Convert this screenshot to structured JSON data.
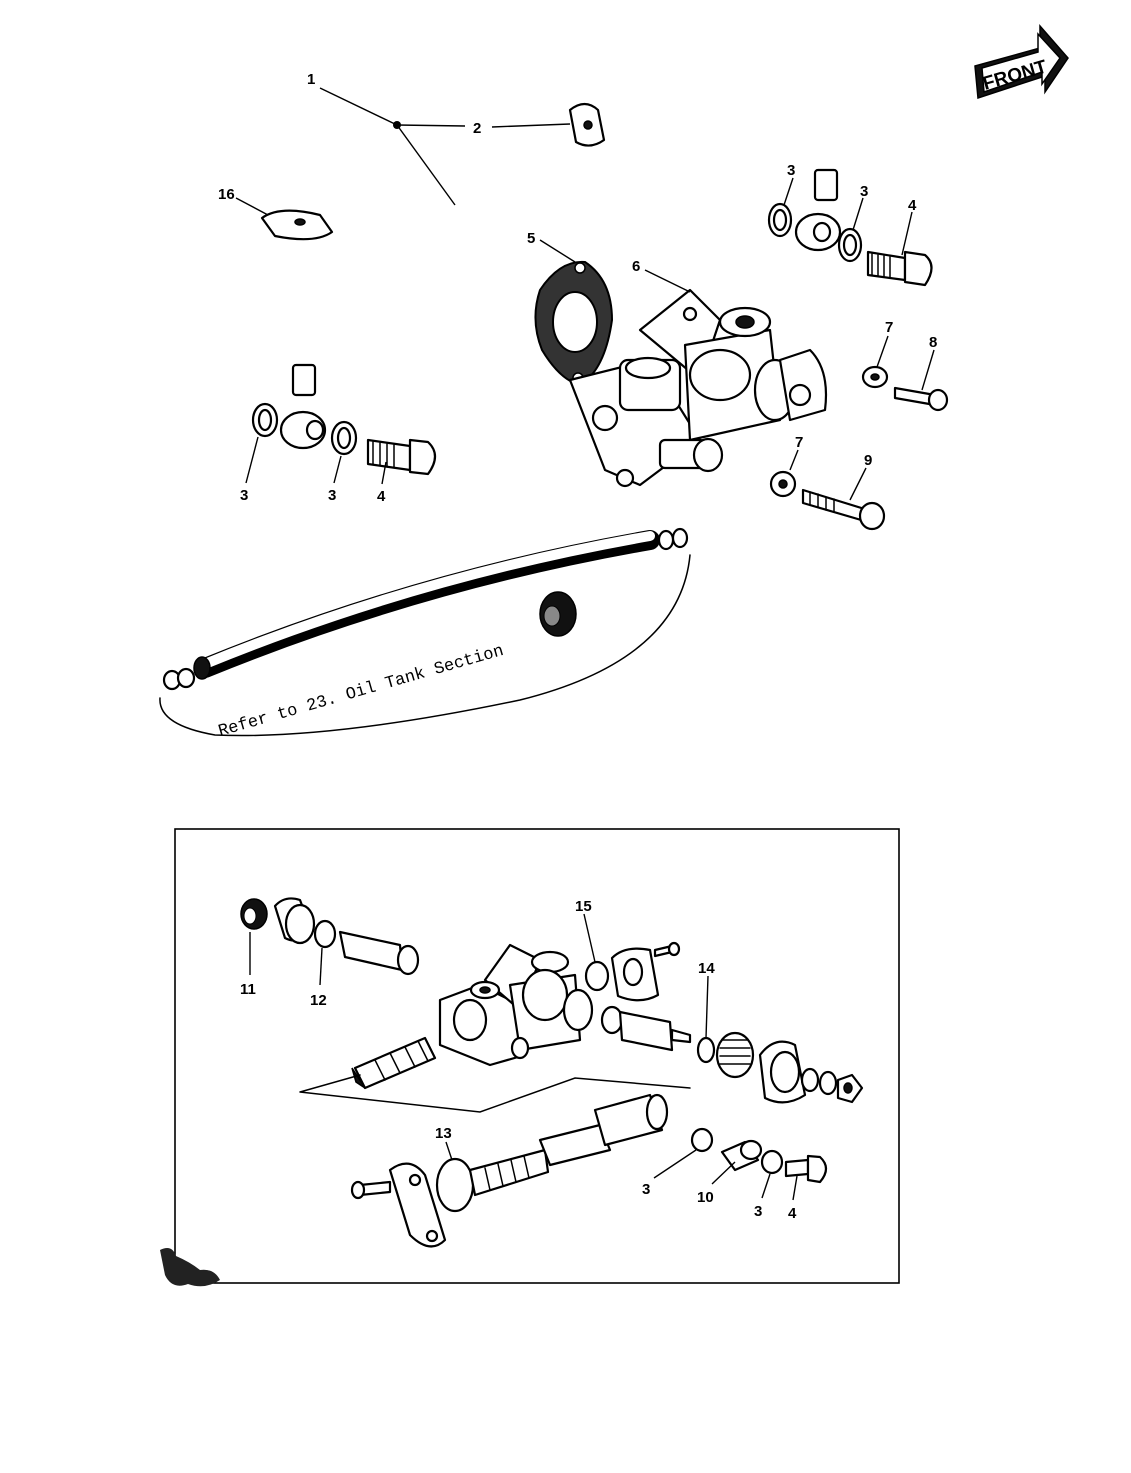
{
  "front_badge": {
    "text": "FRONT"
  },
  "reference_note": {
    "text": "Refer to 23. Oil Tank Section"
  },
  "callouts": [
    {
      "id": "c1",
      "text": "1"
    },
    {
      "id": "c2",
      "text": "2"
    },
    {
      "id": "c3a",
      "text": "3"
    },
    {
      "id": "c3b",
      "text": "3"
    },
    {
      "id": "c4a",
      "text": "4"
    },
    {
      "id": "c16",
      "text": "16"
    },
    {
      "id": "c5",
      "text": "5"
    },
    {
      "id": "c6",
      "text": "6"
    },
    {
      "id": "c7a",
      "text": "7"
    },
    {
      "id": "c8",
      "text": "8"
    },
    {
      "id": "c3c",
      "text": "3"
    },
    {
      "id": "c3d",
      "text": "3"
    },
    {
      "id": "c4b",
      "text": "4"
    },
    {
      "id": "c7b",
      "text": "7"
    },
    {
      "id": "c9",
      "text": "9"
    },
    {
      "id": "c11",
      "text": "11"
    },
    {
      "id": "c12",
      "text": "12"
    },
    {
      "id": "c15",
      "text": "15"
    },
    {
      "id": "c14",
      "text": "14"
    },
    {
      "id": "c13",
      "text": "13"
    },
    {
      "id": "c3e",
      "text": "3"
    },
    {
      "id": "c10",
      "text": "10"
    },
    {
      "id": "c3f",
      "text": "3"
    },
    {
      "id": "c4c",
      "text": "4"
    }
  ]
}
